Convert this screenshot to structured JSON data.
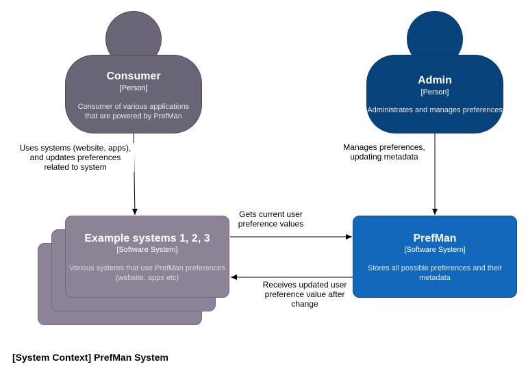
{
  "consumer": {
    "title": "Consumer",
    "stereotype": "[Person]",
    "description": "Consumer of various applications that are powered by PrefMan",
    "color": "#6b6477"
  },
  "admin": {
    "title": "Admin",
    "stereotype": "[Person]",
    "description": "Administrates and manages preferences",
    "color": "#08427b"
  },
  "example_systems": {
    "title": "Example systems 1, 2, 3",
    "stereotype": "[Software System]",
    "description": "Various systems that use PrefMan preferences (website, apps etc)",
    "color": "#8c8496"
  },
  "prefman": {
    "title": "PrefMan",
    "stereotype": "[Software System]",
    "description": "Stores all possible preferences and their metadata",
    "color": "#1168bd"
  },
  "relations": {
    "consumer_to_systems": "Uses systems (website, apps), and updates preferences related to system",
    "admin_to_prefman": "Manages preferences, updating metadata",
    "systems_to_prefman": "Gets current user preference values",
    "prefman_to_systems": "Receives updated user preference value after change"
  },
  "caption": "[System Context] PrefMan System"
}
